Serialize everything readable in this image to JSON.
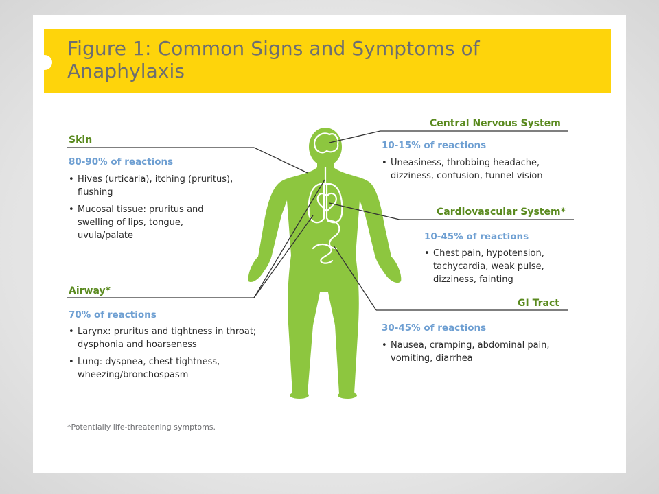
{
  "title": "Figure 1: Common Signs and Symptoms of Anaphylaxis",
  "colors": {
    "banner": "#fed40b",
    "title_text": "#6d6e71",
    "heading": "#5a8a1f",
    "percentage": "#6e9fd2",
    "body_figure": "#8dc63f"
  },
  "sections": {
    "skin": {
      "heading": "Skin",
      "percentage": "80-90% of reactions",
      "bullets": [
        "Hives (urticaria), itching (pruritus), flushing",
        "Mucosal tissue: pruritus and swelling of lips, tongue, uvula/palate"
      ]
    },
    "airway": {
      "heading": "Airway*",
      "percentage": "70% of reactions",
      "bullets": [
        "Larynx: pruritus and tightness in throat; dysphonia and hoarseness",
        "Lung: dyspnea, chest tightness, wheezing/bronchospasm"
      ]
    },
    "cns": {
      "heading": "Central Nervous System",
      "percentage": "10-15% of reactions",
      "bullets": [
        "Uneasiness, throbbing headache, dizziness, confusion, tunnel vision"
      ]
    },
    "cardio": {
      "heading": "Cardiovascular System*",
      "percentage": "10-45% of reactions",
      "bullets": [
        "Chest pain, hypotension, tachycardia, weak pulse, dizziness, fainting"
      ]
    },
    "gi": {
      "heading": "GI Tract",
      "percentage": "30-45% of reactions",
      "bullets": [
        "Nausea, cramping, abdominal pain, vomiting, diarrhea"
      ]
    }
  },
  "footnote": "*Potentially life-threatening symptoms."
}
